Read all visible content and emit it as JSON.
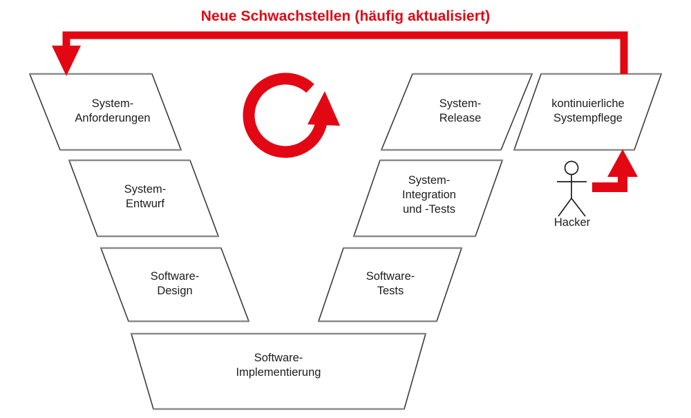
{
  "title": "Neue Schwachstellen (häufig aktualisiert)",
  "colors": {
    "accent_red": "#e30613",
    "shape_stroke": "#3a3a3a",
    "shape_fill": "#ffffff",
    "text": "#1c1c1c"
  },
  "phases": [
    {
      "id": "system-anforderungen",
      "label": "System-\nAnforderungen",
      "side": "left",
      "level": 1
    },
    {
      "id": "system-entwurf",
      "label": "System-\nEntwurf",
      "side": "left",
      "level": 2
    },
    {
      "id": "software-design",
      "label": "Software-\nDesign",
      "side": "left",
      "level": 3
    },
    {
      "id": "software-implementierung",
      "label": "Software-\nImplementierung",
      "side": "bottom",
      "level": 4
    },
    {
      "id": "software-tests",
      "label": "Software-\nTests",
      "side": "right",
      "level": 3
    },
    {
      "id": "system-integration",
      "label": "System-\nIntegration\nund -Tests",
      "side": "right",
      "level": 2
    },
    {
      "id": "system-release",
      "label": "System-\nRelease",
      "side": "right",
      "level": 1
    },
    {
      "id": "kontinuierliche-systempflege",
      "label": "kontinuierliche\nSystempflege",
      "side": "right",
      "level": 1
    }
  ],
  "actor": {
    "label": "Hacker"
  },
  "annotations": {
    "cycle_icon": "circular-refresh-arrow",
    "feedback_arrow": "new-vulnerabilities-feedback-loop",
    "attack_arrow": "hacker-attack-arrow"
  }
}
